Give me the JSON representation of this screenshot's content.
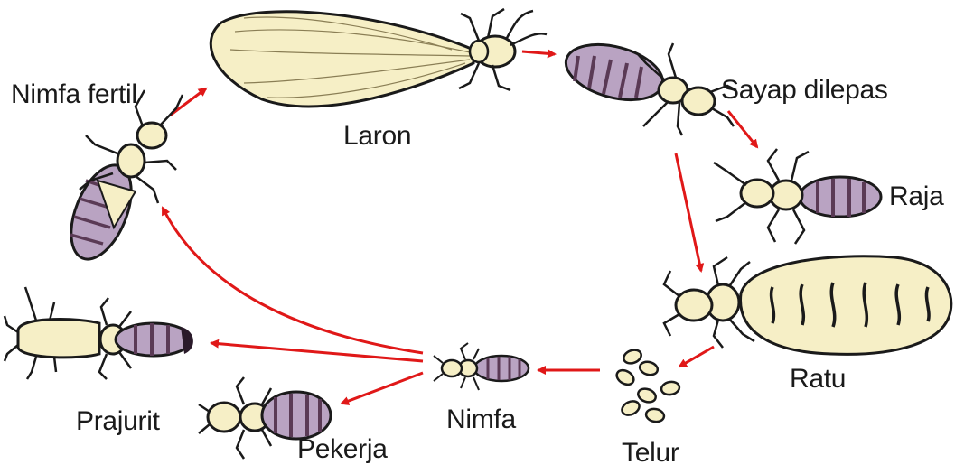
{
  "labels": {
    "nimfa_fertil": "Nimfa fertil",
    "laron": "Laron",
    "sayap_dilepas": "Sayap dilepas",
    "raja": "Raja",
    "ratu": "Ratu",
    "nimfa": "Nimfa",
    "prajurit": "Prajurit",
    "pekerja": "Pekerja",
    "telur": "Telur"
  },
  "colors": {
    "arrow": "#e01818",
    "outline": "#1a1a1a",
    "cream": "#f6efc6",
    "purple": "#b9a3c2",
    "dark_band": "#5a3a55"
  }
}
